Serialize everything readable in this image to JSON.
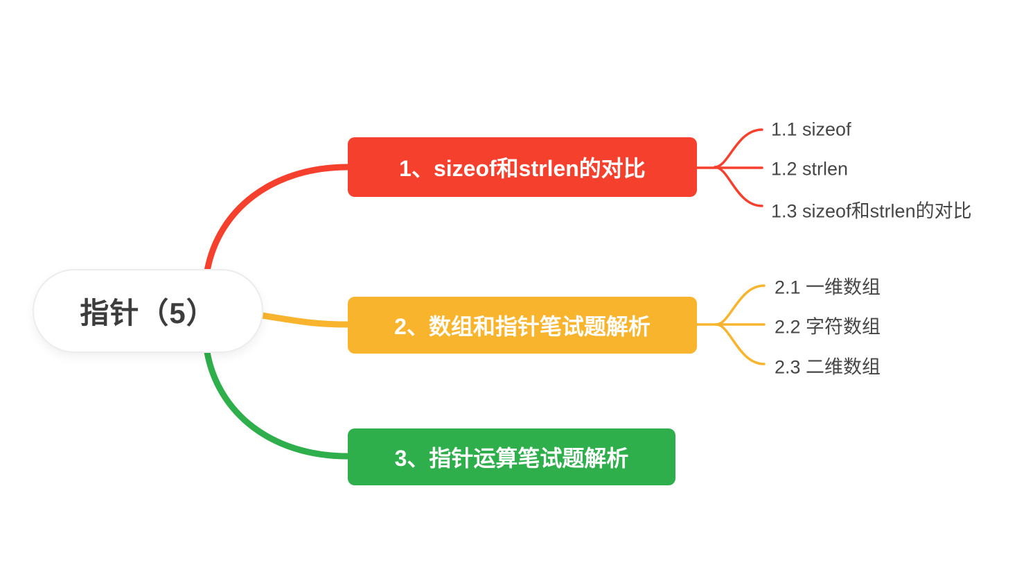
{
  "canvas": {
    "background": "#ffffff"
  },
  "root": {
    "label": "指针（5）",
    "text_color": "#3d3d3d",
    "bg_color": "#ffffff",
    "border_color": "#ececec"
  },
  "leaf_text_color": "#464646",
  "branches": [
    {
      "label": "1、sizeof和strlen的对比",
      "color": "#f5402e",
      "text_color": "#ffffff",
      "children": [
        {
          "label": "1.1 sizeof"
        },
        {
          "label": "1.2 strlen"
        },
        {
          "label": "1.3 sizeof和strlen的对比"
        }
      ]
    },
    {
      "label": "2、数组和指针笔试题解析",
      "color": "#f7b42c",
      "text_color": "#ffffff",
      "children": [
        {
          "label": "2.1 一维数组"
        },
        {
          "label": "2.2 字符数组"
        },
        {
          "label": "2.3 二维数组"
        }
      ]
    },
    {
      "label": "3、指针运算笔试题解析",
      "color": "#2fae4c",
      "text_color": "#ffffff",
      "children": []
    }
  ]
}
